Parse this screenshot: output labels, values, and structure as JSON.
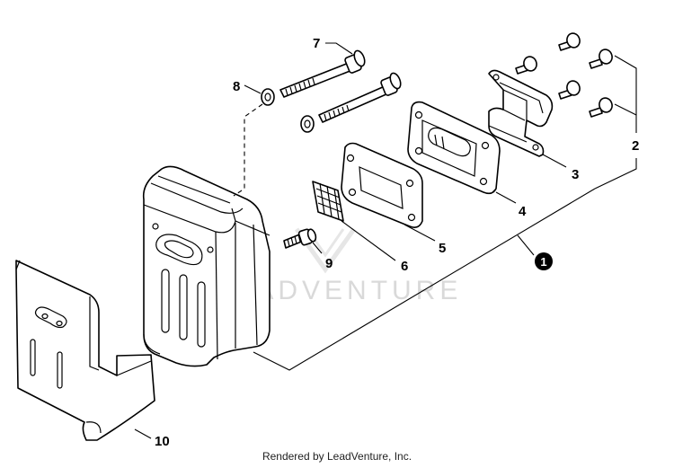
{
  "watermark": "LEADVENTURE",
  "footer": "Rendered by LeadVenture, Inc.",
  "callouts": {
    "c1": "1",
    "c2": "2",
    "c3": "3",
    "c4": "4",
    "c5": "5",
    "c6": "6",
    "c7": "7",
    "c8": "8",
    "c9": "9",
    "c10": "10"
  },
  "parts": [
    {
      "number": "1",
      "name": "muffler-assembly"
    },
    {
      "number": "2",
      "name": "screw"
    },
    {
      "number": "3",
      "name": "bracket"
    },
    {
      "number": "4",
      "name": "plate"
    },
    {
      "number": "5",
      "name": "gasket"
    },
    {
      "number": "6",
      "name": "screen"
    },
    {
      "number": "7",
      "name": "bolt"
    },
    {
      "number": "8",
      "name": "washer"
    },
    {
      "number": "9",
      "name": "bolt"
    },
    {
      "number": "10",
      "name": "cover"
    }
  ]
}
